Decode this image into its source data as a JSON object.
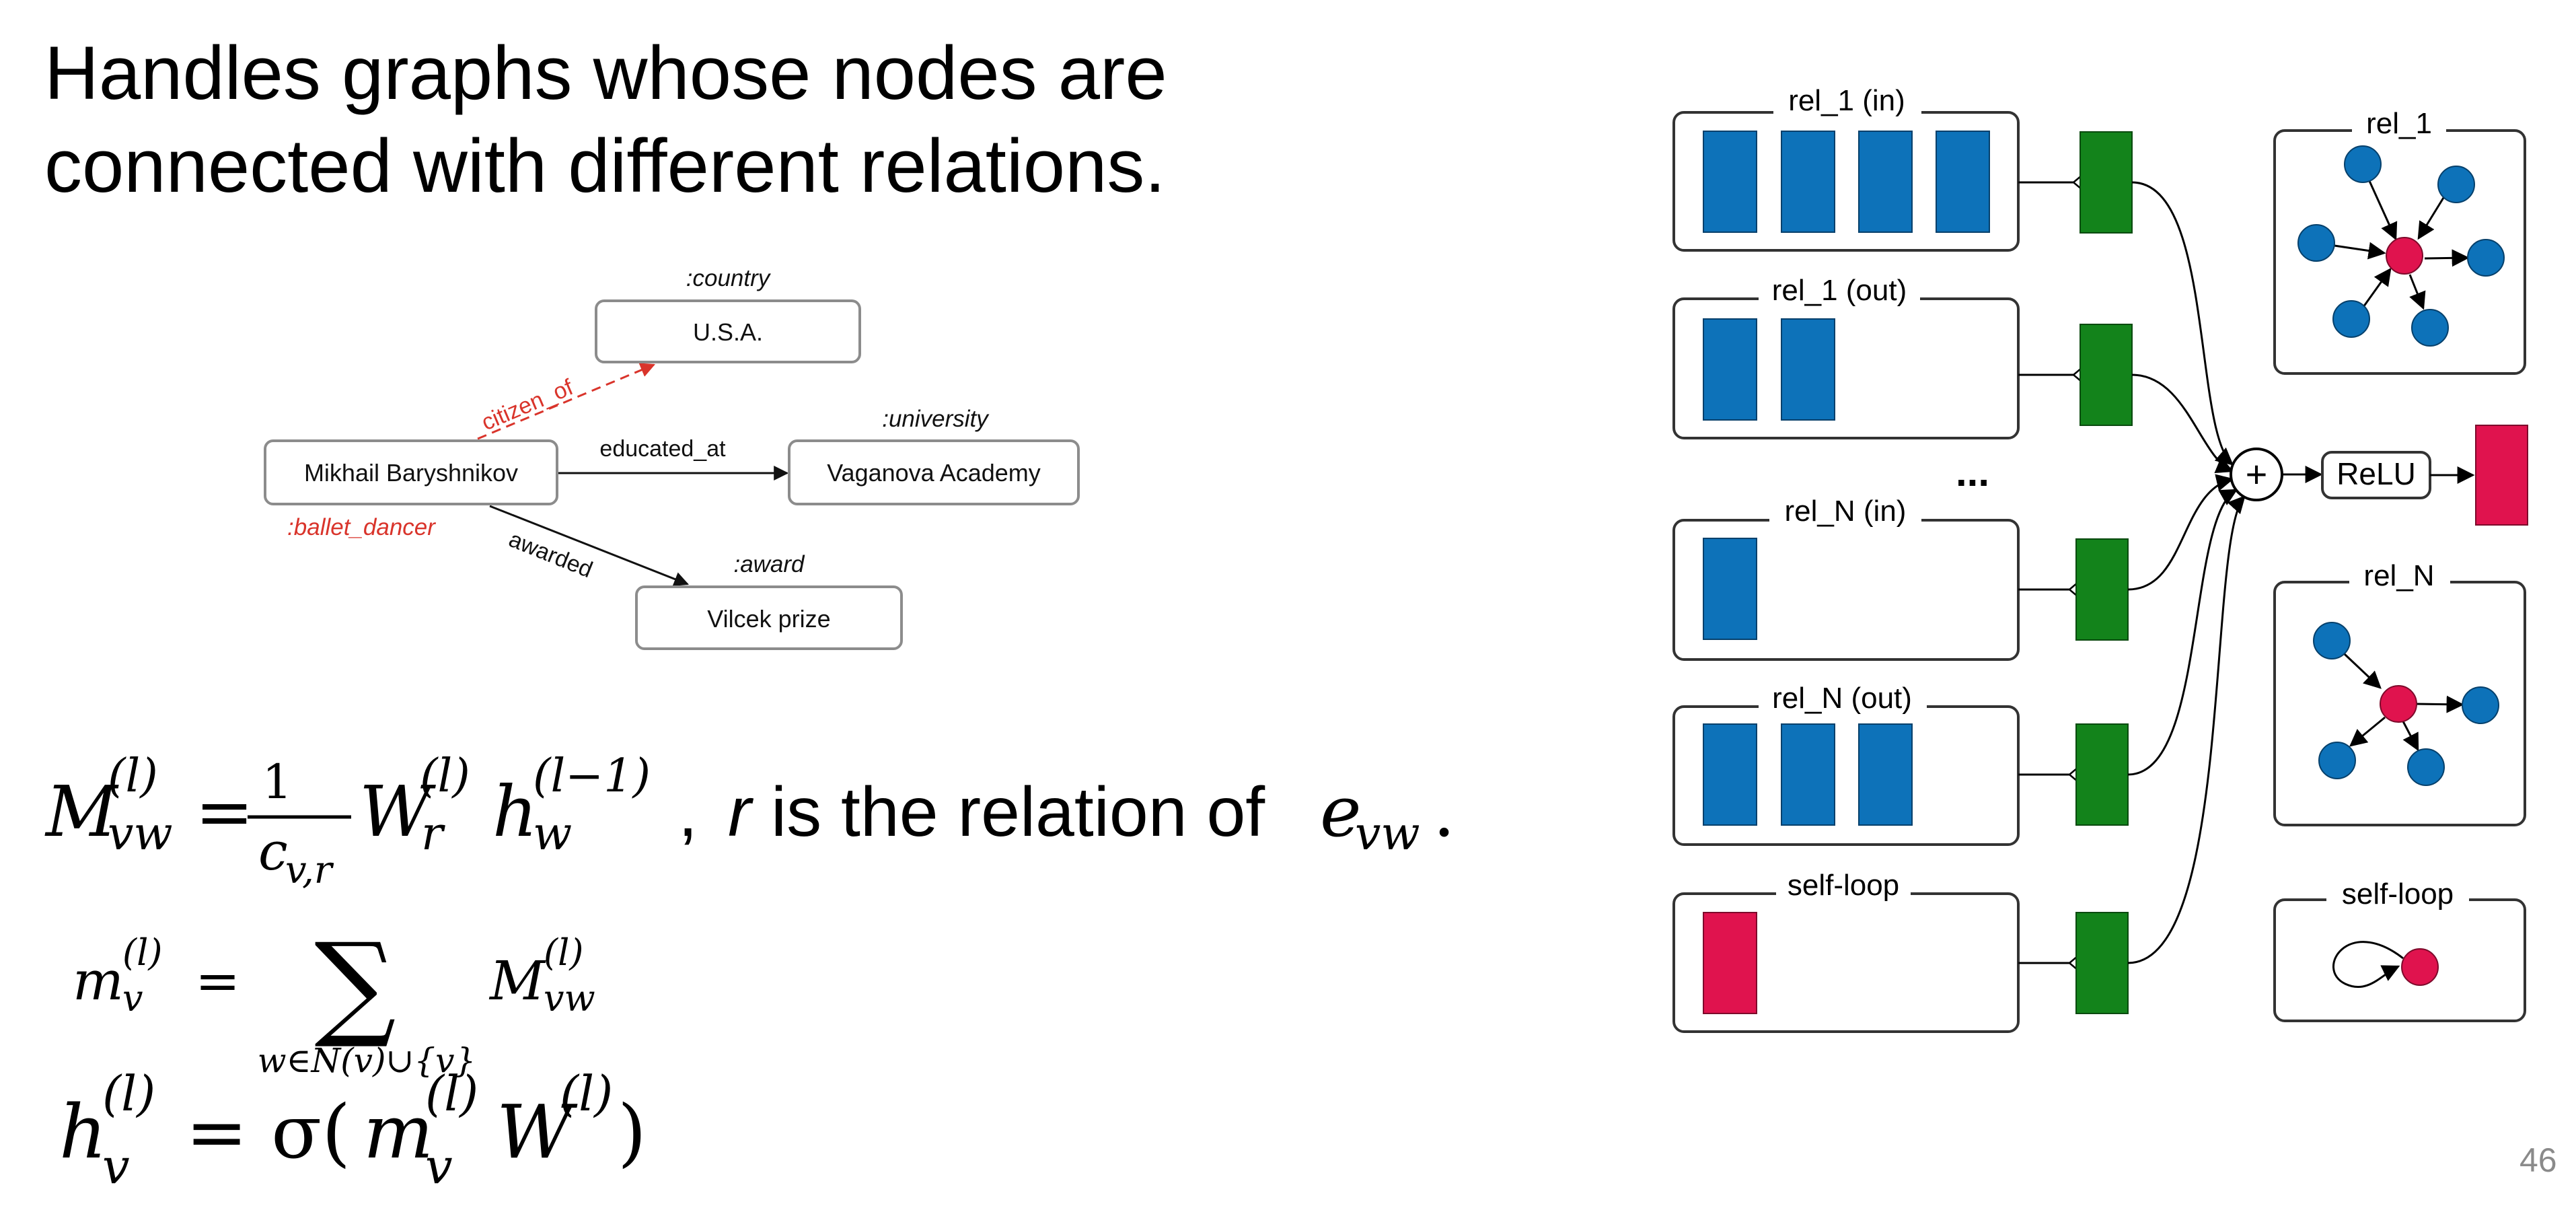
{
  "slide": {
    "title_lines": [
      "Handles graphs whose nodes are",
      "connected with different relations."
    ],
    "page_number": "46"
  },
  "kg_example": {
    "nodes": {
      "center": "Mikhail Baryshnikov",
      "country": "U.S.A.",
      "university": "Vaganova Academy",
      "award": "Vilcek prize"
    },
    "types": {
      "country": ":country",
      "university": ":university",
      "award": ":award",
      "center": ":ballet_dancer"
    },
    "edges": {
      "citizen": "citizen_of",
      "educated": "educated_at",
      "awarded": "awarded"
    },
    "colors": {
      "highlight": "#d9342b",
      "box_border": "#8c8c8c",
      "text": "#111111"
    }
  },
  "equations": {
    "eq1": {
      "M": "M",
      "sup_l": "(l)",
      "sub_vw": "vw",
      "equals": "=",
      "one": "1",
      "c": "c",
      "c_sub": "v,r",
      "W": "W",
      "W_sub": "r",
      "h": "h",
      "h_sup": "(l−1)",
      "h_sub": "w",
      "comma": ",",
      "r": "r",
      "text": "is the relation of",
      "e": "e",
      "e_sub": "vw",
      "period": "."
    },
    "eq2": {
      "m": "m",
      "sup": "(l)",
      "sub": "v",
      "equals": "=",
      "sum": "∑",
      "sum_sub": "w∈N(v)∪{v}",
      "M": "M",
      "M_sup": "(l)",
      "M_sub": "vw"
    },
    "eq3": {
      "h": "h",
      "sup": "(l)",
      "sub": "v",
      "equals": "= σ(",
      "m": "m",
      "m_sup": "(l)",
      "m_sub": "v",
      "W": "W",
      "W_sup": "(l)",
      "close": ")"
    }
  },
  "rgcn_diagram": {
    "groups": [
      "rel_1 (in)",
      "rel_1 (out)",
      "rel_N (in)",
      "rel_N (out)",
      "self-loop"
    ],
    "ellipsis": "...",
    "plus": "+",
    "relu": "ReLU",
    "graphs": [
      "rel_1",
      "rel_N",
      "self-loop"
    ],
    "colors": {
      "blue": "#0d72b9",
      "green": "#13831b",
      "red": "#e0134e",
      "border": "#333333"
    }
  }
}
